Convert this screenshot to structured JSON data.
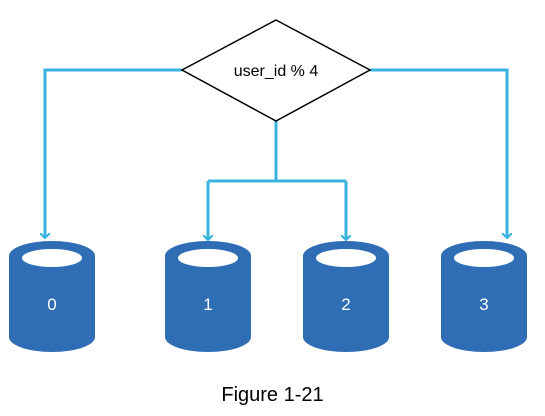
{
  "decision": {
    "label": "user_id % 4"
  },
  "shards": [
    {
      "label": "0"
    },
    {
      "label": "1"
    },
    {
      "label": "2"
    },
    {
      "label": "3"
    }
  ],
  "caption": "Figure 1-21",
  "colors": {
    "arrow": "#3bb3e0",
    "database_body": "#2f6db5",
    "database_top": "#ffffff",
    "decision_border": "#000000"
  }
}
